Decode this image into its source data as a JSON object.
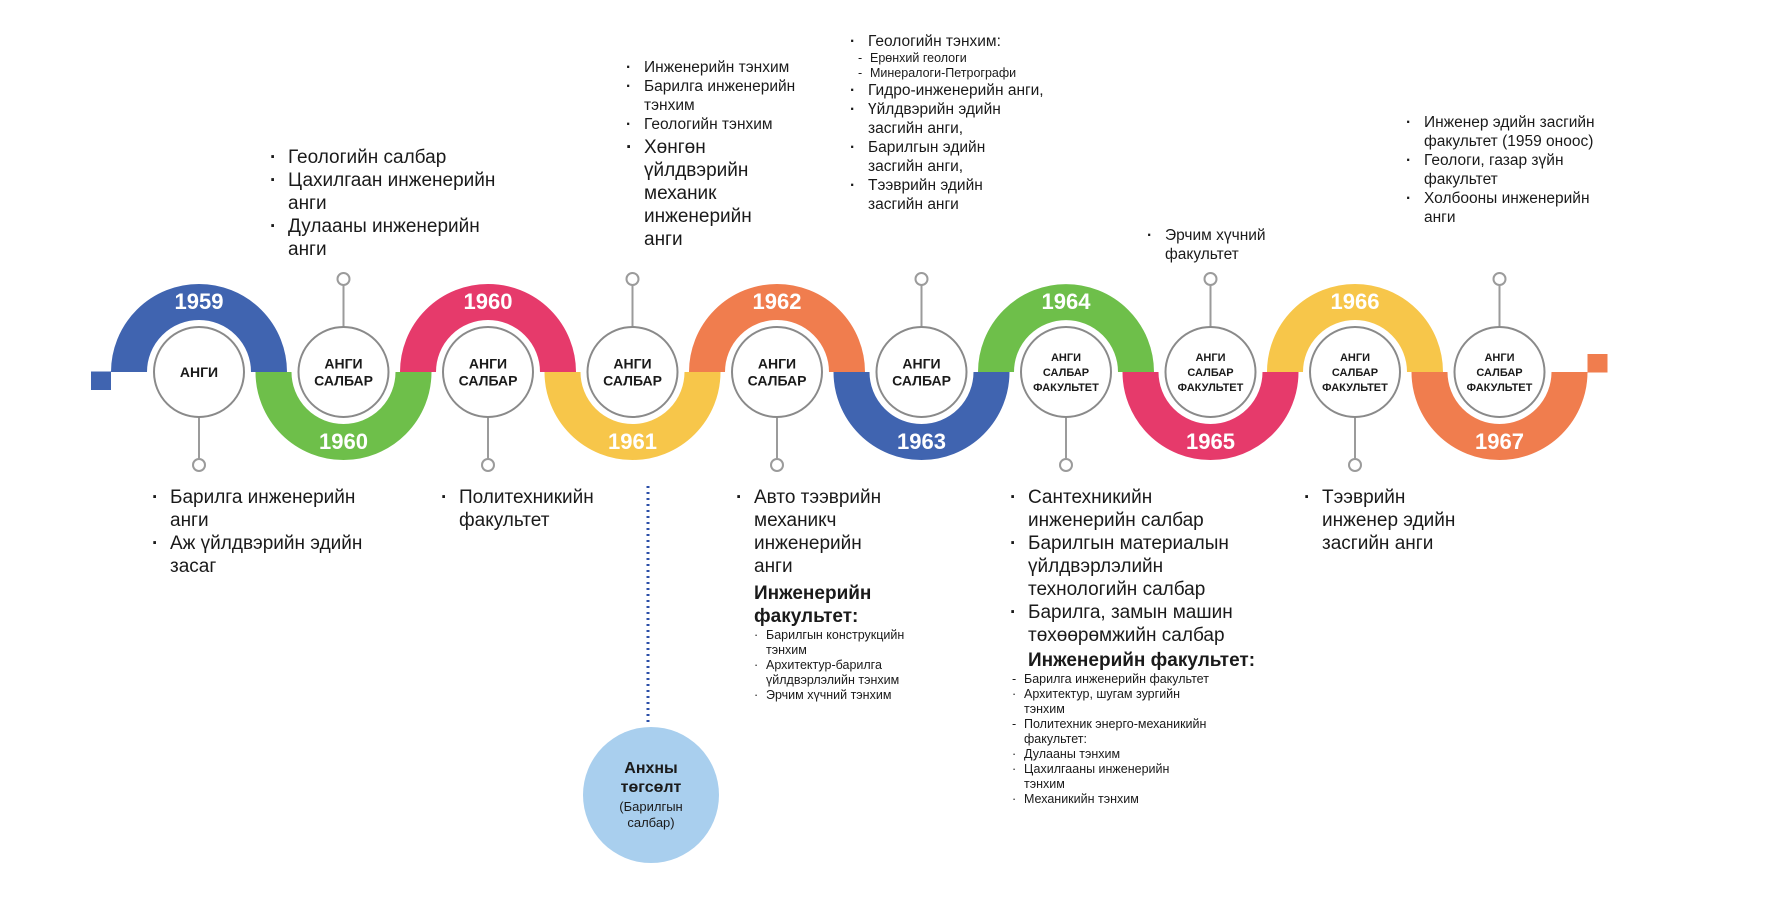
{
  "nodes": [
    {
      "label": [
        "АНГИ"
      ],
      "year": "1959",
      "color": "#4064b0",
      "position": "top"
    },
    {
      "label": [
        "АНГИ",
        "САЛБАР"
      ],
      "year": "1960",
      "color": "#6ebf4a",
      "position": "bottom"
    },
    {
      "label": [
        "АНГИ",
        "САЛБАР"
      ],
      "year": "1960",
      "color": "#e63a6b",
      "position": "top"
    },
    {
      "label": [
        "АНГИ",
        "САЛБАР"
      ],
      "year": "1961",
      "color": "#f7c64a",
      "position": "bottom"
    },
    {
      "label": [
        "АНГИ",
        "САЛБАР"
      ],
      "year": "1962",
      "color": "#f07d4e",
      "position": "top"
    },
    {
      "label": [
        "АНГИ",
        "САЛБАР"
      ],
      "year": "1963",
      "color": "#4064b0",
      "position": "bottom"
    },
    {
      "label": [
        "АНГИ",
        "САЛБАР",
        "ФАКУЛЬТЕТ"
      ],
      "year": "1964",
      "color": "#6ebf4a",
      "position": "top"
    },
    {
      "label": [
        "АНГИ",
        "САЛБАР",
        "ФАКУЛЬТЕТ"
      ],
      "year": "1965",
      "color": "#e63a6b",
      "position": "bottom"
    },
    {
      "label": [
        "АНГИ",
        "САЛБАР",
        "ФАКУЛЬТЕТ"
      ],
      "year": "1966",
      "color": "#f7c64a",
      "position": "top"
    },
    {
      "label": [
        "АНГИ",
        "САЛБАР",
        "ФАКУЛЬТЕТ"
      ],
      "year": "1967",
      "color": "#f07d4e",
      "position": "bottom"
    }
  ],
  "texts": {
    "b1959": [
      "Барилга инженерийн анги",
      "Аж үйлдвэрийн эдийн засаг"
    ],
    "t1960": [
      "Геологийн салбар",
      "Цахилгаан инженерийн анги",
      "Дулааны инженерийн анги"
    ],
    "b1960": [
      "Политехникийн факультет"
    ],
    "t1961_small": [
      "Инженерийн тэнхим",
      "Барилга инженерийн тэнхим",
      "Геологийн тэнхим"
    ],
    "t1961_big": [
      "Хөнгөн үйлдвэрийн механик инженерийн анги"
    ],
    "b1962": [
      "Авто тээврийн механикч инженерийн анги"
    ],
    "b1962_heading": "Инженерийн факультет:",
    "b1962_sub": [
      "Барилгын конструкцийн тэнхим",
      "Архитектур-барилга үйлдвэрлэлийн тэнхим",
      "Эрчим хүчний тэнхим"
    ],
    "t1963_head": "Геологийн тэнхим:",
    "t1963_sub": [
      "Ерөнхий геологи",
      "Минералоги-Петрографи"
    ],
    "t1963_items": [
      "Гидро-инженерийн анги,",
      "Үйлдвэрийн эдийн засгийн анги,",
      "Барилгын эдийн засгийн анги,",
      "Тээврийн эдийн засгийн анги"
    ],
    "b1964": [
      "Сантехникийн инженерийн салбар",
      "Барилгын материалын үйлдвэрлэлийн технологийн салбар",
      "Барилга, замын машин төхөөрөмжийн салбар"
    ],
    "b1964_heading": "Инженерийн факультет:",
    "b1964_sub1": "Барилга инженерийн факультет",
    "b1964_sub1_items": [
      "Архитектур, шугам зургийн тэнхим"
    ],
    "b1964_sub2": "Политехник энерго-механикийн факультет:",
    "b1964_sub2_items": [
      "Дулааны тэнхим",
      "Цахилгааны инженерийн тэнхим",
      "Механикийн тэнхим"
    ],
    "t1965": [
      "Эрчим хүчний факультет"
    ],
    "b1966": [
      "Тээврийн инженер эдийн засгийн анги"
    ],
    "t1967": [
      "Инженер эдийн засгийн факультет (1959 оноос)",
      "Геологи, газар зүйн факультет",
      "Холбооны инженерийн анги"
    ],
    "first_result_title": "Анхны төгсөлт",
    "first_result_sub": "(Барилгын салбар)"
  },
  "colors": {
    "connector": "#9b9b9b",
    "circle_border": "#8a8a8a",
    "highlight": "#a9cfee",
    "dotted": "#2b4fa8"
  }
}
